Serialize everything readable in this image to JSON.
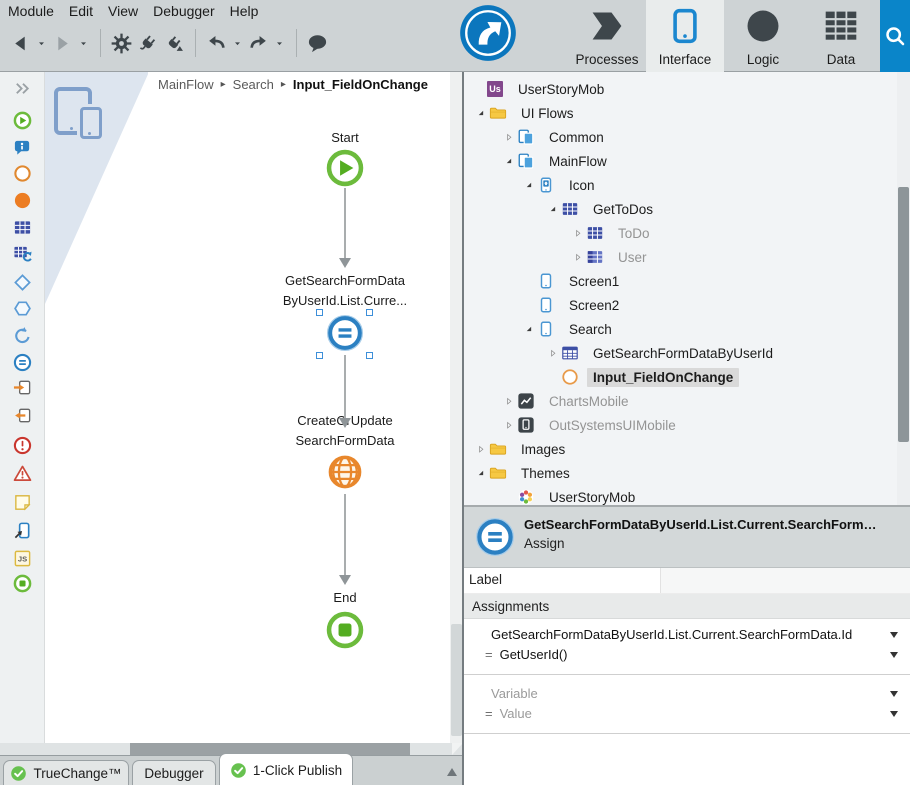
{
  "colors": {
    "accent_blue": "#0b7fc4",
    "selection_blue": "#3d8fd9",
    "green": "#5cb32e",
    "orange": "#ec7d23",
    "icon_dark": "#3e464b",
    "chrome_gray": "#ced3d5",
    "tree_bg": "#f2f4f6",
    "selected_row_bg": "#d9d9d9"
  },
  "menu": {
    "items": [
      "Module",
      "Edit",
      "View",
      "Debugger",
      "Help"
    ]
  },
  "toolbar": {
    "items": [
      {
        "name": "back-button",
        "icon": "back"
      },
      {
        "name": "back-menu-button",
        "icon": "caret-down"
      },
      {
        "name": "forward-button",
        "icon": "forward"
      },
      {
        "name": "forward-menu-button",
        "icon": "caret-down"
      },
      {
        "divider": true
      },
      {
        "name": "settings-button",
        "icon": "gear"
      },
      {
        "name": "manage-dependencies-button",
        "icon": "plug"
      },
      {
        "name": "refresh-dependencies-button",
        "icon": "plug-arrow"
      },
      {
        "divider": true
      },
      {
        "name": "undo-button",
        "icon": "undo"
      },
      {
        "name": "undo-menu-button",
        "icon": "caret-down"
      },
      {
        "name": "redo-button",
        "icon": "redo"
      },
      {
        "name": "redo-menu-button",
        "icon": "caret-down"
      },
      {
        "divider": true
      },
      {
        "name": "feedback-button",
        "icon": "speech-bubble"
      }
    ]
  },
  "logo_icon": "outsystems-publish-logo",
  "nav": {
    "tabs": [
      {
        "label": "Processes",
        "icon": "processes",
        "active": false
      },
      {
        "label": "Interface",
        "icon": "interface",
        "active": true
      },
      {
        "label": "Logic",
        "icon": "logic",
        "active": false
      },
      {
        "label": "Data",
        "icon": "data",
        "active": false
      }
    ],
    "search_icon": "search"
  },
  "breadcrumb": [
    "MainFlow",
    "Search",
    "Input_FieldOnChange"
  ],
  "toolbox": {
    "items": [
      {
        "name": "expand-toolbox-button",
        "icon": "chevrons-right"
      },
      {
        "name": "toolbox-start",
        "icon": "start"
      },
      {
        "name": "toolbox-message",
        "icon": "message"
      },
      {
        "name": "toolbox-run-client-action",
        "icon": "client-action"
      },
      {
        "name": "toolbox-run-server-action",
        "icon": "server-request"
      },
      {
        "name": "toolbox-aggregate",
        "icon": "aggregate"
      },
      {
        "name": "toolbox-data-query",
        "icon": "data-query"
      },
      {
        "name": "toolbox-if",
        "icon": "if"
      },
      {
        "name": "toolbox-switch",
        "icon": "switch"
      },
      {
        "name": "toolbox-cycle",
        "icon": "cycle"
      },
      {
        "name": "toolbox-assign",
        "icon": "assign"
      },
      {
        "name": "toolbox-json-serialize",
        "icon": "json-serialize"
      },
      {
        "name": "toolbox-json-deserialize",
        "icon": "json-deserialize"
      },
      {
        "name": "toolbox-raise-exception",
        "icon": "raise-exception"
      },
      {
        "name": "toolbox-exception-handler",
        "icon": "exception-handler"
      },
      {
        "name": "toolbox-comment",
        "icon": "comment"
      },
      {
        "name": "toolbox-destination",
        "icon": "destination"
      },
      {
        "name": "toolbox-javascript",
        "icon": "javascript"
      },
      {
        "name": "toolbox-end",
        "icon": "end"
      }
    ]
  },
  "flow": {
    "nodes": [
      {
        "id": "start",
        "type": "start",
        "icon": "flow-start",
        "lines": [
          "Start"
        ],
        "selected": false
      },
      {
        "id": "assign",
        "type": "assign",
        "icon": "flow-assign",
        "lines": [
          "GetSearchFormData",
          "ByUserId.List.Curre..."
        ],
        "selected": true
      },
      {
        "id": "entity-action",
        "type": "entity-action",
        "icon": "flow-entity-action",
        "lines": [
          "CreateOrUpdate",
          "SearchFormData"
        ],
        "selected": false
      },
      {
        "id": "end",
        "type": "end",
        "icon": "flow-end",
        "lines": [
          "End"
        ],
        "selected": false
      }
    ]
  },
  "tree": {
    "rows": [
      {
        "depth": 0,
        "icon": "module-badge",
        "badge_text": "Us",
        "label": "UserStoryMob",
        "expander": "none"
      },
      {
        "depth": 1,
        "icon": "folder",
        "label": "UI Flows",
        "expander": "expanded"
      },
      {
        "depth": 2,
        "icon": "screens",
        "label": "Common",
        "expander": "collapsed"
      },
      {
        "depth": 2,
        "icon": "screens",
        "label": "MainFlow",
        "expander": "expanded"
      },
      {
        "depth": 3,
        "icon": "phone-home",
        "label": "Icon",
        "expander": "expanded"
      },
      {
        "depth": 4,
        "icon": "grid",
        "label": "GetToDos",
        "expander": "expanded"
      },
      {
        "depth": 5,
        "icon": "grid",
        "label": "ToDo",
        "expander": "collapsed",
        "muted": true
      },
      {
        "depth": 5,
        "icon": "entity",
        "label": "User",
        "expander": "collapsed",
        "muted": true
      },
      {
        "depth": 3,
        "icon": "phone",
        "label": "Screen1",
        "expander": "none"
      },
      {
        "depth": 3,
        "icon": "phone",
        "label": "Screen2",
        "expander": "none"
      },
      {
        "depth": 3,
        "icon": "phone",
        "label": "Search",
        "expander": "expanded"
      },
      {
        "depth": 4,
        "icon": "grid-outline",
        "label": "GetSearchFormDataByUserId",
        "expander": "collapsed"
      },
      {
        "depth": 4,
        "icon": "event-circle",
        "label": "Input_FieldOnChange",
        "expander": "none",
        "selected": true
      },
      {
        "depth": 2,
        "icon": "chart-dark",
        "label": "ChartsMobile",
        "expander": "collapsed",
        "muted": true
      },
      {
        "depth": 2,
        "icon": "mobile-dark",
        "label": "OutSystemsUIMobile",
        "expander": "collapsed",
        "muted": true
      },
      {
        "depth": 1,
        "icon": "folder",
        "label": "Images",
        "expander": "collapsed"
      },
      {
        "depth": 1,
        "icon": "folder",
        "label": "Themes",
        "expander": "expanded"
      },
      {
        "depth": 2,
        "icon": "palette",
        "label": "UserStoryMob",
        "expander": "none"
      }
    ]
  },
  "properties": {
    "title": "GetSearchFormDataByUserId.List.Current.SearchForm…",
    "type_label": "Assign",
    "icon": "flow-assign",
    "label_field_name": "Label",
    "label_field_value": "",
    "section_title": "Assignments",
    "assignments": [
      {
        "variable": "GetSearchFormDataByUserId.List.Current.SearchFormData.Id",
        "value": "GetUserId()",
        "placeholder": false
      },
      {
        "variable": "Variable",
        "value": "Value",
        "placeholder": true
      }
    ]
  },
  "status_bar": {
    "tabs": [
      {
        "label": "TrueChange™",
        "icon": "check-circle",
        "active": false
      },
      {
        "label": "Debugger",
        "icon": null,
        "active": false
      },
      {
        "label": "1-Click Publish",
        "icon": "check-circle",
        "active": true
      }
    ],
    "collapse_icon": "triangle-up"
  }
}
